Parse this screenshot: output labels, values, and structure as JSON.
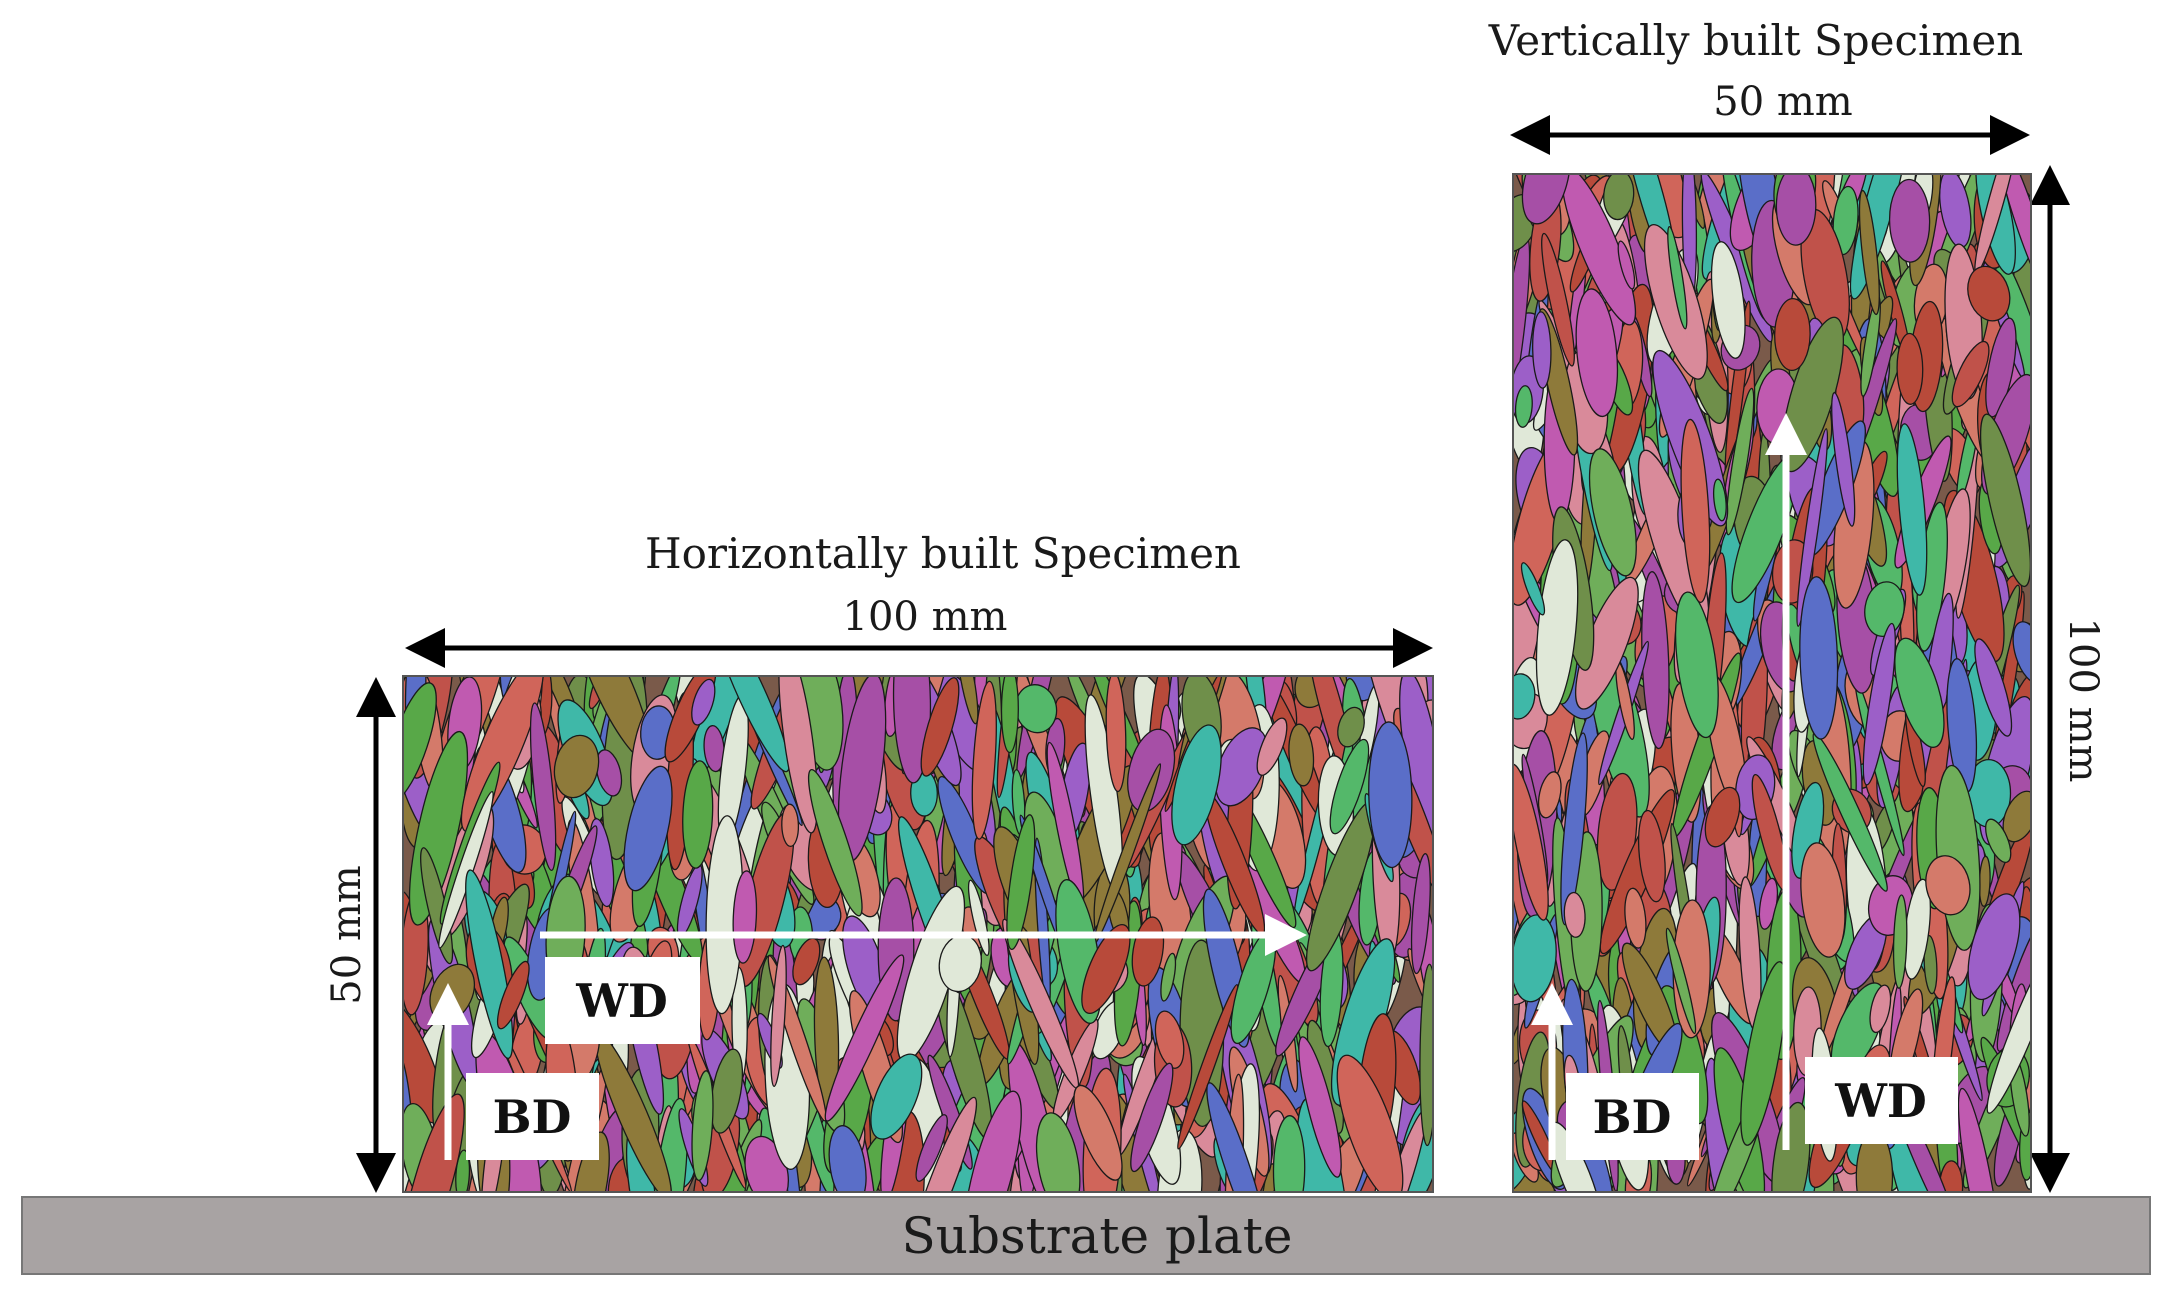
{
  "horizontal_specimen": {
    "title": "Horizontally built Specimen",
    "width_label": "100 mm",
    "height_label": "50 mm",
    "wd_label": "WD",
    "bd_label": "BD"
  },
  "vertical_specimen": {
    "title": "Vertically built Specimen",
    "width_label": "50 mm",
    "height_label": "100 mm",
    "wd_label": "WD",
    "bd_label": "BD"
  },
  "substrate": {
    "label": "Substrate plate",
    "color": "#a8a3a3"
  },
  "grain_palette": [
    "#c0524a",
    "#d0655a",
    "#6fae5a",
    "#54b86a",
    "#a64fa6",
    "#c05ab0",
    "#5a6ec8",
    "#6f8f4a",
    "#3fb8a8",
    "#d98a9a",
    "#8e7a3a",
    "#e0e8d8",
    "#b84a3a",
    "#58a848",
    "#9c5fc8",
    "#d47a6a"
  ]
}
